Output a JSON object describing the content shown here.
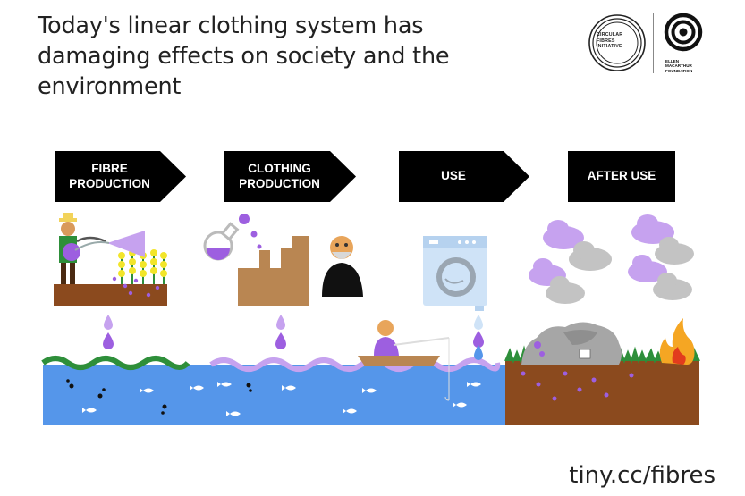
{
  "title_lines": [
    "Today's linear clothing system has",
    "damaging effects on society and the",
    "environment"
  ],
  "logos": {
    "cfi_lines": [
      "CIRCULAR",
      "FIBRES",
      "INITIATIVE"
    ],
    "emf_lines": [
      "ELLEN",
      "MACARTHUR",
      "FOUNDATION"
    ]
  },
  "stages": [
    {
      "label": "FIBRE\nPRODUCTION"
    },
    {
      "label": "CLOTHING\nPRODUCTION"
    },
    {
      "label": "USE"
    },
    {
      "label": "AFTER USE"
    }
  ],
  "footer_url": "tiny.cc/fibres",
  "colors": {
    "purple": "#9d5fe0",
    "light_purple": "#c6a2ef",
    "water": "#5596ea",
    "soil": "#8b4a1e",
    "factory": "#b98652",
    "cloud": "#c3c3c3",
    "grass": "#2e8f3a",
    "arrow_fill": "#000000"
  }
}
